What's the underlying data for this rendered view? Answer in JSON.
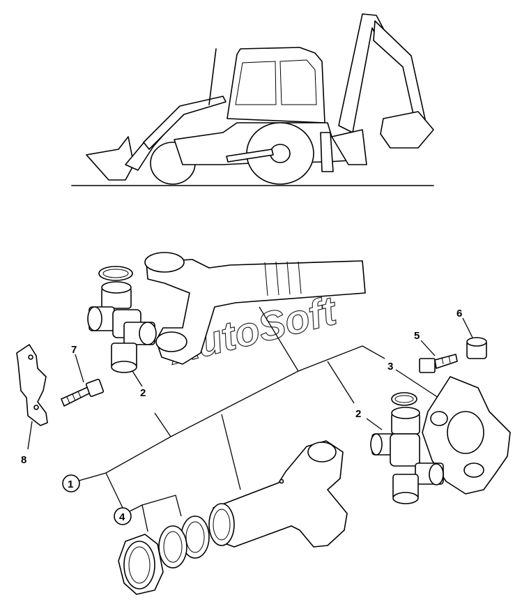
{
  "watermark": "AutoSoft",
  "callouts": {
    "c1": "1",
    "c2a": "2",
    "c2b": "2",
    "c3": "3",
    "c4": "4",
    "c5": "5",
    "c6": "6",
    "c7": "7",
    "c8": "8"
  }
}
